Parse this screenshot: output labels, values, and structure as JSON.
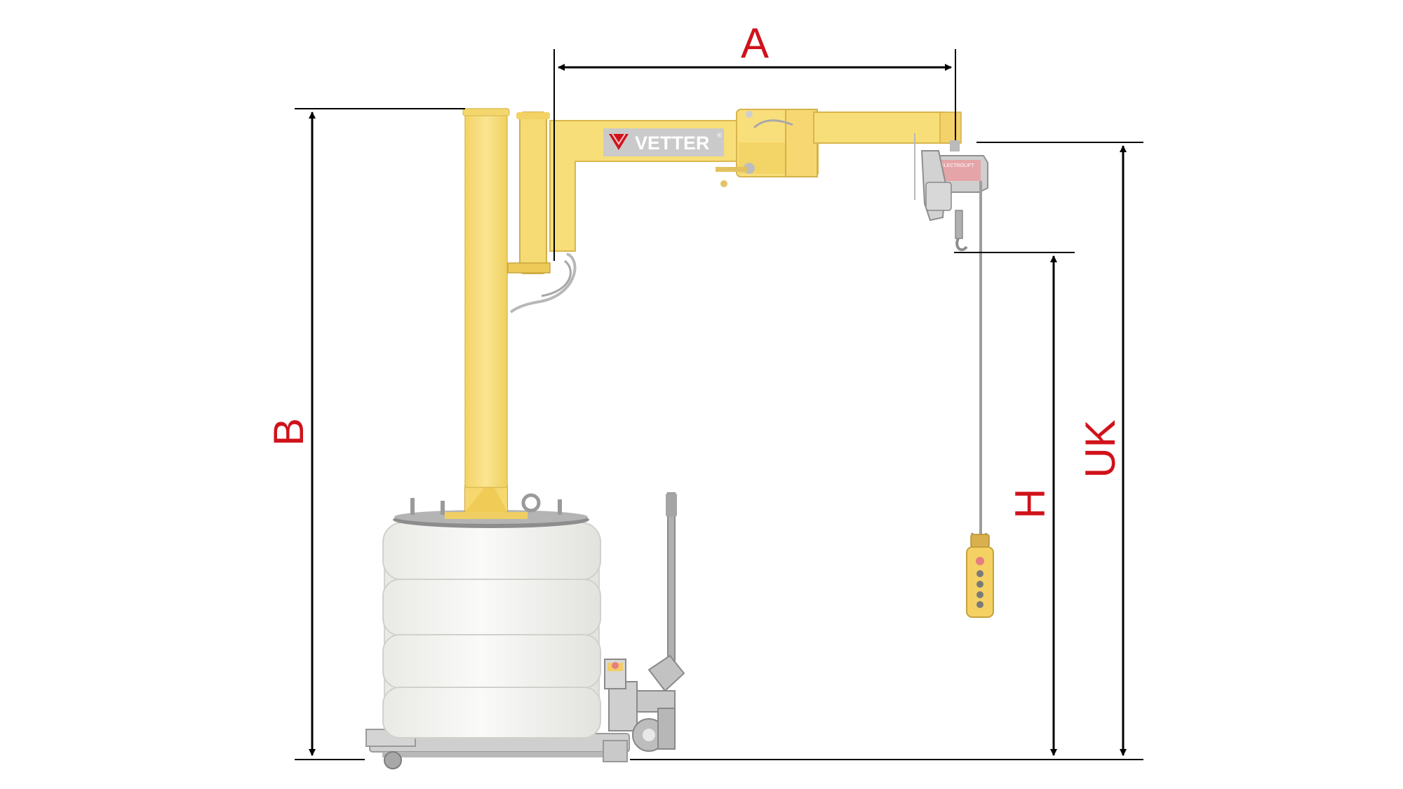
{
  "diagram": {
    "brand": {
      "logo_text": "VETTER",
      "registered_mark": "®",
      "hoist_label": "ELECTROLIFT"
    },
    "dimensions": {
      "A": "A",
      "B": "B",
      "H": "H",
      "UK": "UK"
    },
    "colors": {
      "dimension_label": "#d0121b",
      "dimension_line": "#000000",
      "crane_body": "#f8df7b",
      "crane_shade": "#eecb55",
      "counterweight": "#f6f6f4",
      "base_frame": "#c8c8c8",
      "logo_plate": "#c9c9c9",
      "logo_mark": "#d0121b"
    }
  }
}
